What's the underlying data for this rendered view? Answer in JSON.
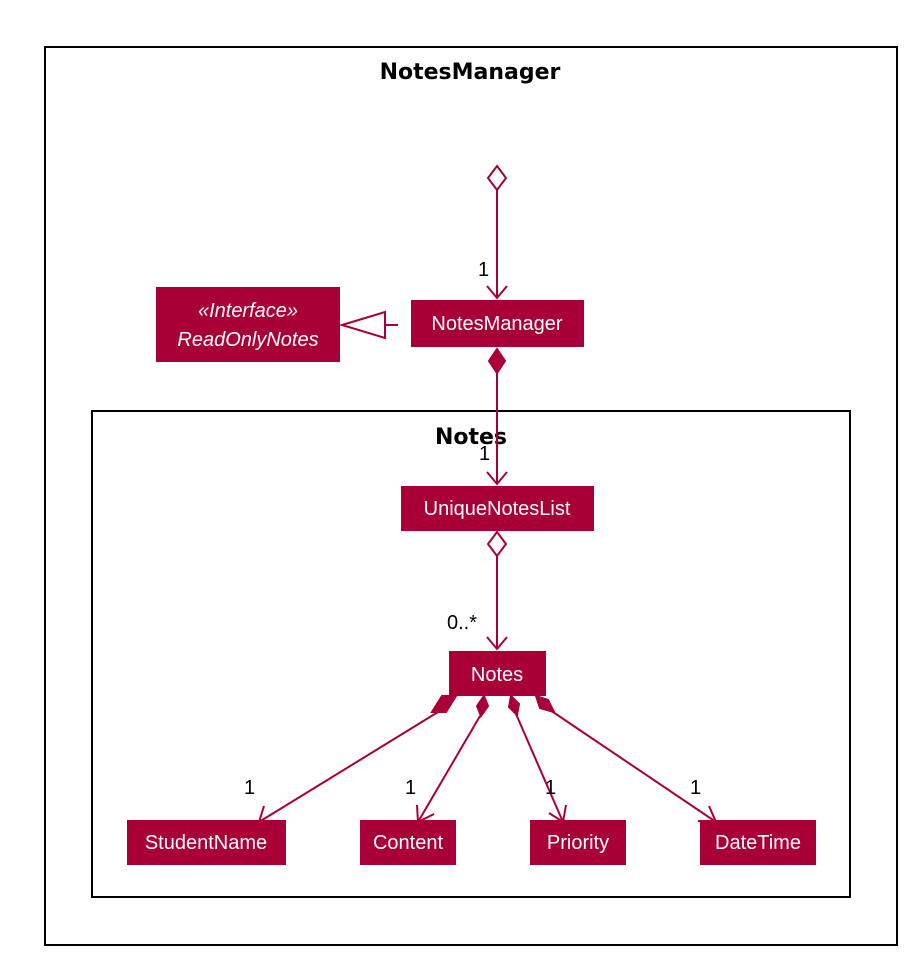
{
  "diagram": {
    "title": "NotesManager",
    "package": {
      "title": "Notes"
    },
    "classes": {
      "readonly_stereotype": "«Interface»",
      "readonly_name": "ReadOnlyNotes",
      "notes_manager": "NotesManager",
      "unique_list": "UniqueNotesList",
      "notes": "Notes",
      "student_name": "StudentName",
      "content": "Content",
      "priority": "Priority",
      "date_time": "DateTime"
    },
    "multiplicities": {
      "top_to_manager": "1",
      "manager_to_list": "1",
      "list_to_notes": "0..*",
      "to_student_name": "1",
      "to_content": "1",
      "to_priority": "1",
      "to_date_time": "1"
    }
  },
  "colors": {
    "class_fill": "#A80036",
    "class_text": "#FFFFFF",
    "relation": "#A80036",
    "frame_border": "#000000"
  }
}
